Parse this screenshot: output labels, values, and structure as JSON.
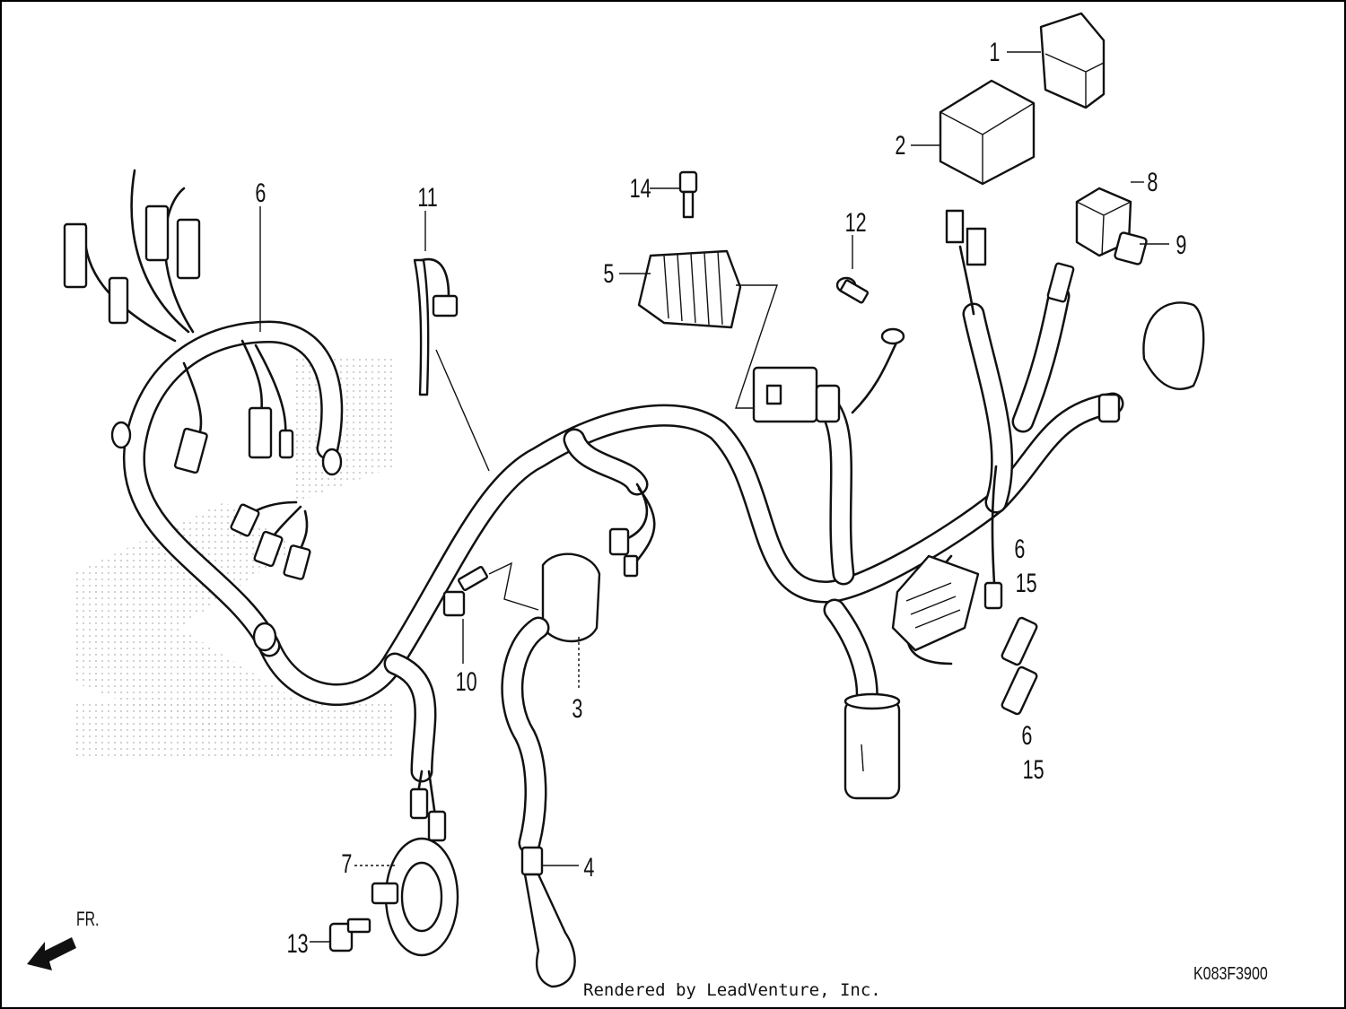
{
  "diagram": {
    "callouts": {
      "c1": "1",
      "c2": "2",
      "c3": "3",
      "c4": "4",
      "c5": "5",
      "c6a": "6",
      "c6b": "6",
      "c6c": "6",
      "c7": "7",
      "c8": "8",
      "c9": "9",
      "c10": "10",
      "c11": "11",
      "c12": "12",
      "c13": "13",
      "c14": "14",
      "c15a": "15",
      "c15b": "15"
    },
    "front_indicator": "FR.",
    "diagram_code": "K083F3900"
  },
  "footer": {
    "rendered_by": "Rendered by LeadVenture, Inc."
  },
  "colors": {
    "ink": "#111111",
    "background": "#ffffff",
    "watermark": "#c8c8c8"
  }
}
